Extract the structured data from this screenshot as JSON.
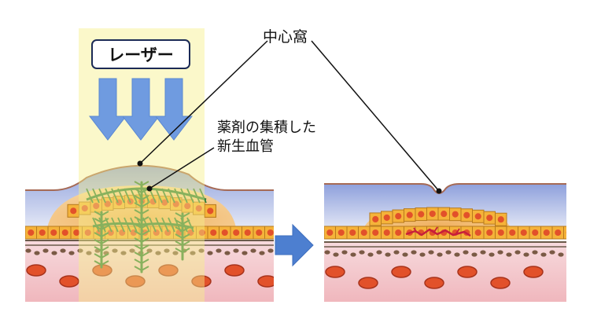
{
  "labels": {
    "laser": "レーザー",
    "fovea": "中心窩",
    "vessels_line1": "薬剤の集積した",
    "vessels_line2": "新生血管"
  },
  "icons": [
    "arrow-right-icon"
  ],
  "colors": {
    "laser_beam": "#fbf7a0",
    "laser_arrow": "#6f9be0",
    "retina_blue": "#bcc8ea",
    "choroid_pink": "#f3c2c7",
    "rpe_cell": "#f5b33a",
    "cell_nucleus": "#e2512a",
    "neovessel": "#2f7f3a",
    "scar": "#c71f3a",
    "transition_arrow": "#4d7fd0"
  }
}
